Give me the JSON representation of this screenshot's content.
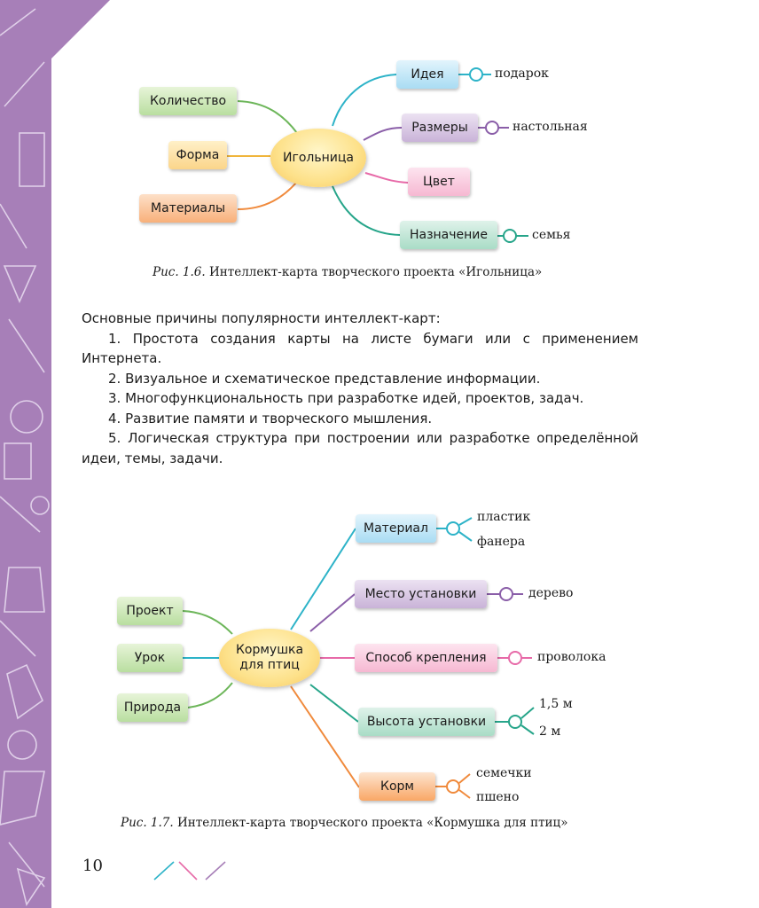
{
  "page_number": "10",
  "colors": {
    "sidebar": "#a77fb8",
    "green": "#6db65a",
    "yellow": "#f0b53c",
    "orange": "#f08a3c",
    "blue": "#2db3c8",
    "purple": "#8a5ea8",
    "pink": "#e76aa8",
    "teal": "#27a58a"
  },
  "figure1": {
    "center": "Игольница",
    "left": [
      "Количество",
      "Форма",
      "Материалы"
    ],
    "right": [
      {
        "label": "Идея",
        "leaf": "подарок"
      },
      {
        "label": "Размеры",
        "leaf": "настольная"
      },
      {
        "label": "Цвет",
        "leaf": ""
      },
      {
        "label": "Назначение",
        "leaf": "семья"
      }
    ],
    "caption_label": "Рис. 1.6.",
    "caption_text": "Интеллект-карта творческого проекта «Игольница»"
  },
  "body_text": {
    "intro": "Основные причины популярности интеллект-карт:",
    "items": [
      "1. Простота создания карты на листе бумаги или с применением Интернета.",
      "2. Визуальное и схематическое представление информации.",
      "3. Многофункциональность при разработке идей, проектов, задач.",
      "4. Развитие памяти и творческого мышления.",
      "5. Логическая структура при построении или разработке определённой идеи, темы, задачи."
    ]
  },
  "figure2": {
    "center_line1": "Кормушка",
    "center_line2": "для птиц",
    "left": [
      "Проект",
      "Урок",
      "Природа"
    ],
    "right": [
      {
        "label": "Материал",
        "leaves": [
          "пластик",
          "фанера"
        ]
      },
      {
        "label": "Место установки",
        "leaves": [
          "дерево"
        ]
      },
      {
        "label": "Способ крепления",
        "leaves": [
          "проволока"
        ]
      },
      {
        "label": "Высота установки",
        "leaves": [
          "1,5 м",
          "2 м"
        ]
      },
      {
        "label": "Корм",
        "leaves": [
          "семечки",
          "пшено"
        ]
      }
    ],
    "caption_label": "Рис. 1.7.",
    "caption_text": "Интеллект-карта творческого проекта «Кормушка для птиц»"
  }
}
